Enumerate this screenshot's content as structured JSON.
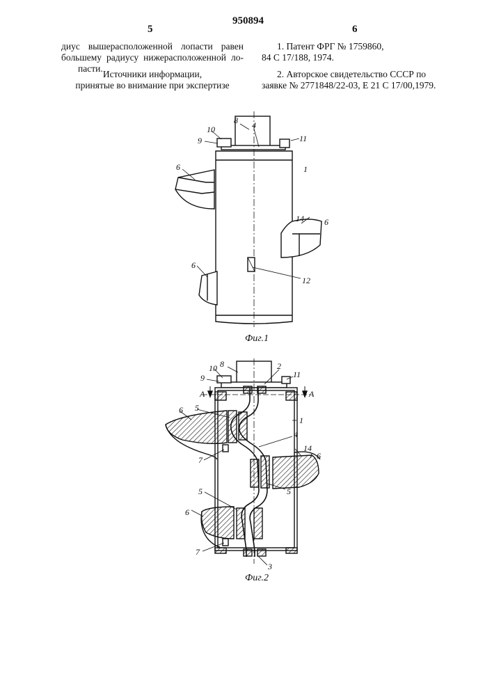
{
  "header": {
    "patent_number": "950894",
    "col_left_number": "5",
    "col_right_number": "6"
  },
  "left_column": {
    "lines": [
      "диус вышерасположенной лопасти равен",
      "большему радиусу нижерасположенной ло-",
      "пасти."
    ],
    "sources_heading_1": "Источники информации,",
    "sources_heading_2": "принятые во внимание при экспертизе"
  },
  "right_column": {
    "ref1_line1": "1. Патент ФРГ № 1759860,",
    "ref1_line2": "84 С 17/188, 1974.",
    "ref2_line1": "2. Авторское свидетельство СССР по",
    "ref2_line2": "заявке № 2771848/22-03, Е 21 С 17/00,1979."
  },
  "figure1": {
    "caption": "Фиг.1",
    "labels": {
      "l8": "8",
      "l10": "10",
      "l9": "9",
      "l4": "4",
      "l11": "11",
      "l1": "1",
      "l6a": "6",
      "l14": "14",
      "l6b": "6",
      "l6c": "6",
      "l12": "12"
    }
  },
  "figure2": {
    "caption": "Фиг.2",
    "labels": {
      "l8": "8",
      "l10": "10",
      "l9": "9",
      "l2": "2",
      "l11": "11",
      "lA1": "A",
      "lA2": "A",
      "l6a": "6",
      "l5a": "5",
      "l1": "1",
      "l4": "4",
      "l14": "14",
      "l6b": "6",
      "l7a": "7",
      "l5b": "5",
      "l5c": "5",
      "l6c": "6",
      "l7b": "7",
      "l3": "3"
    }
  }
}
